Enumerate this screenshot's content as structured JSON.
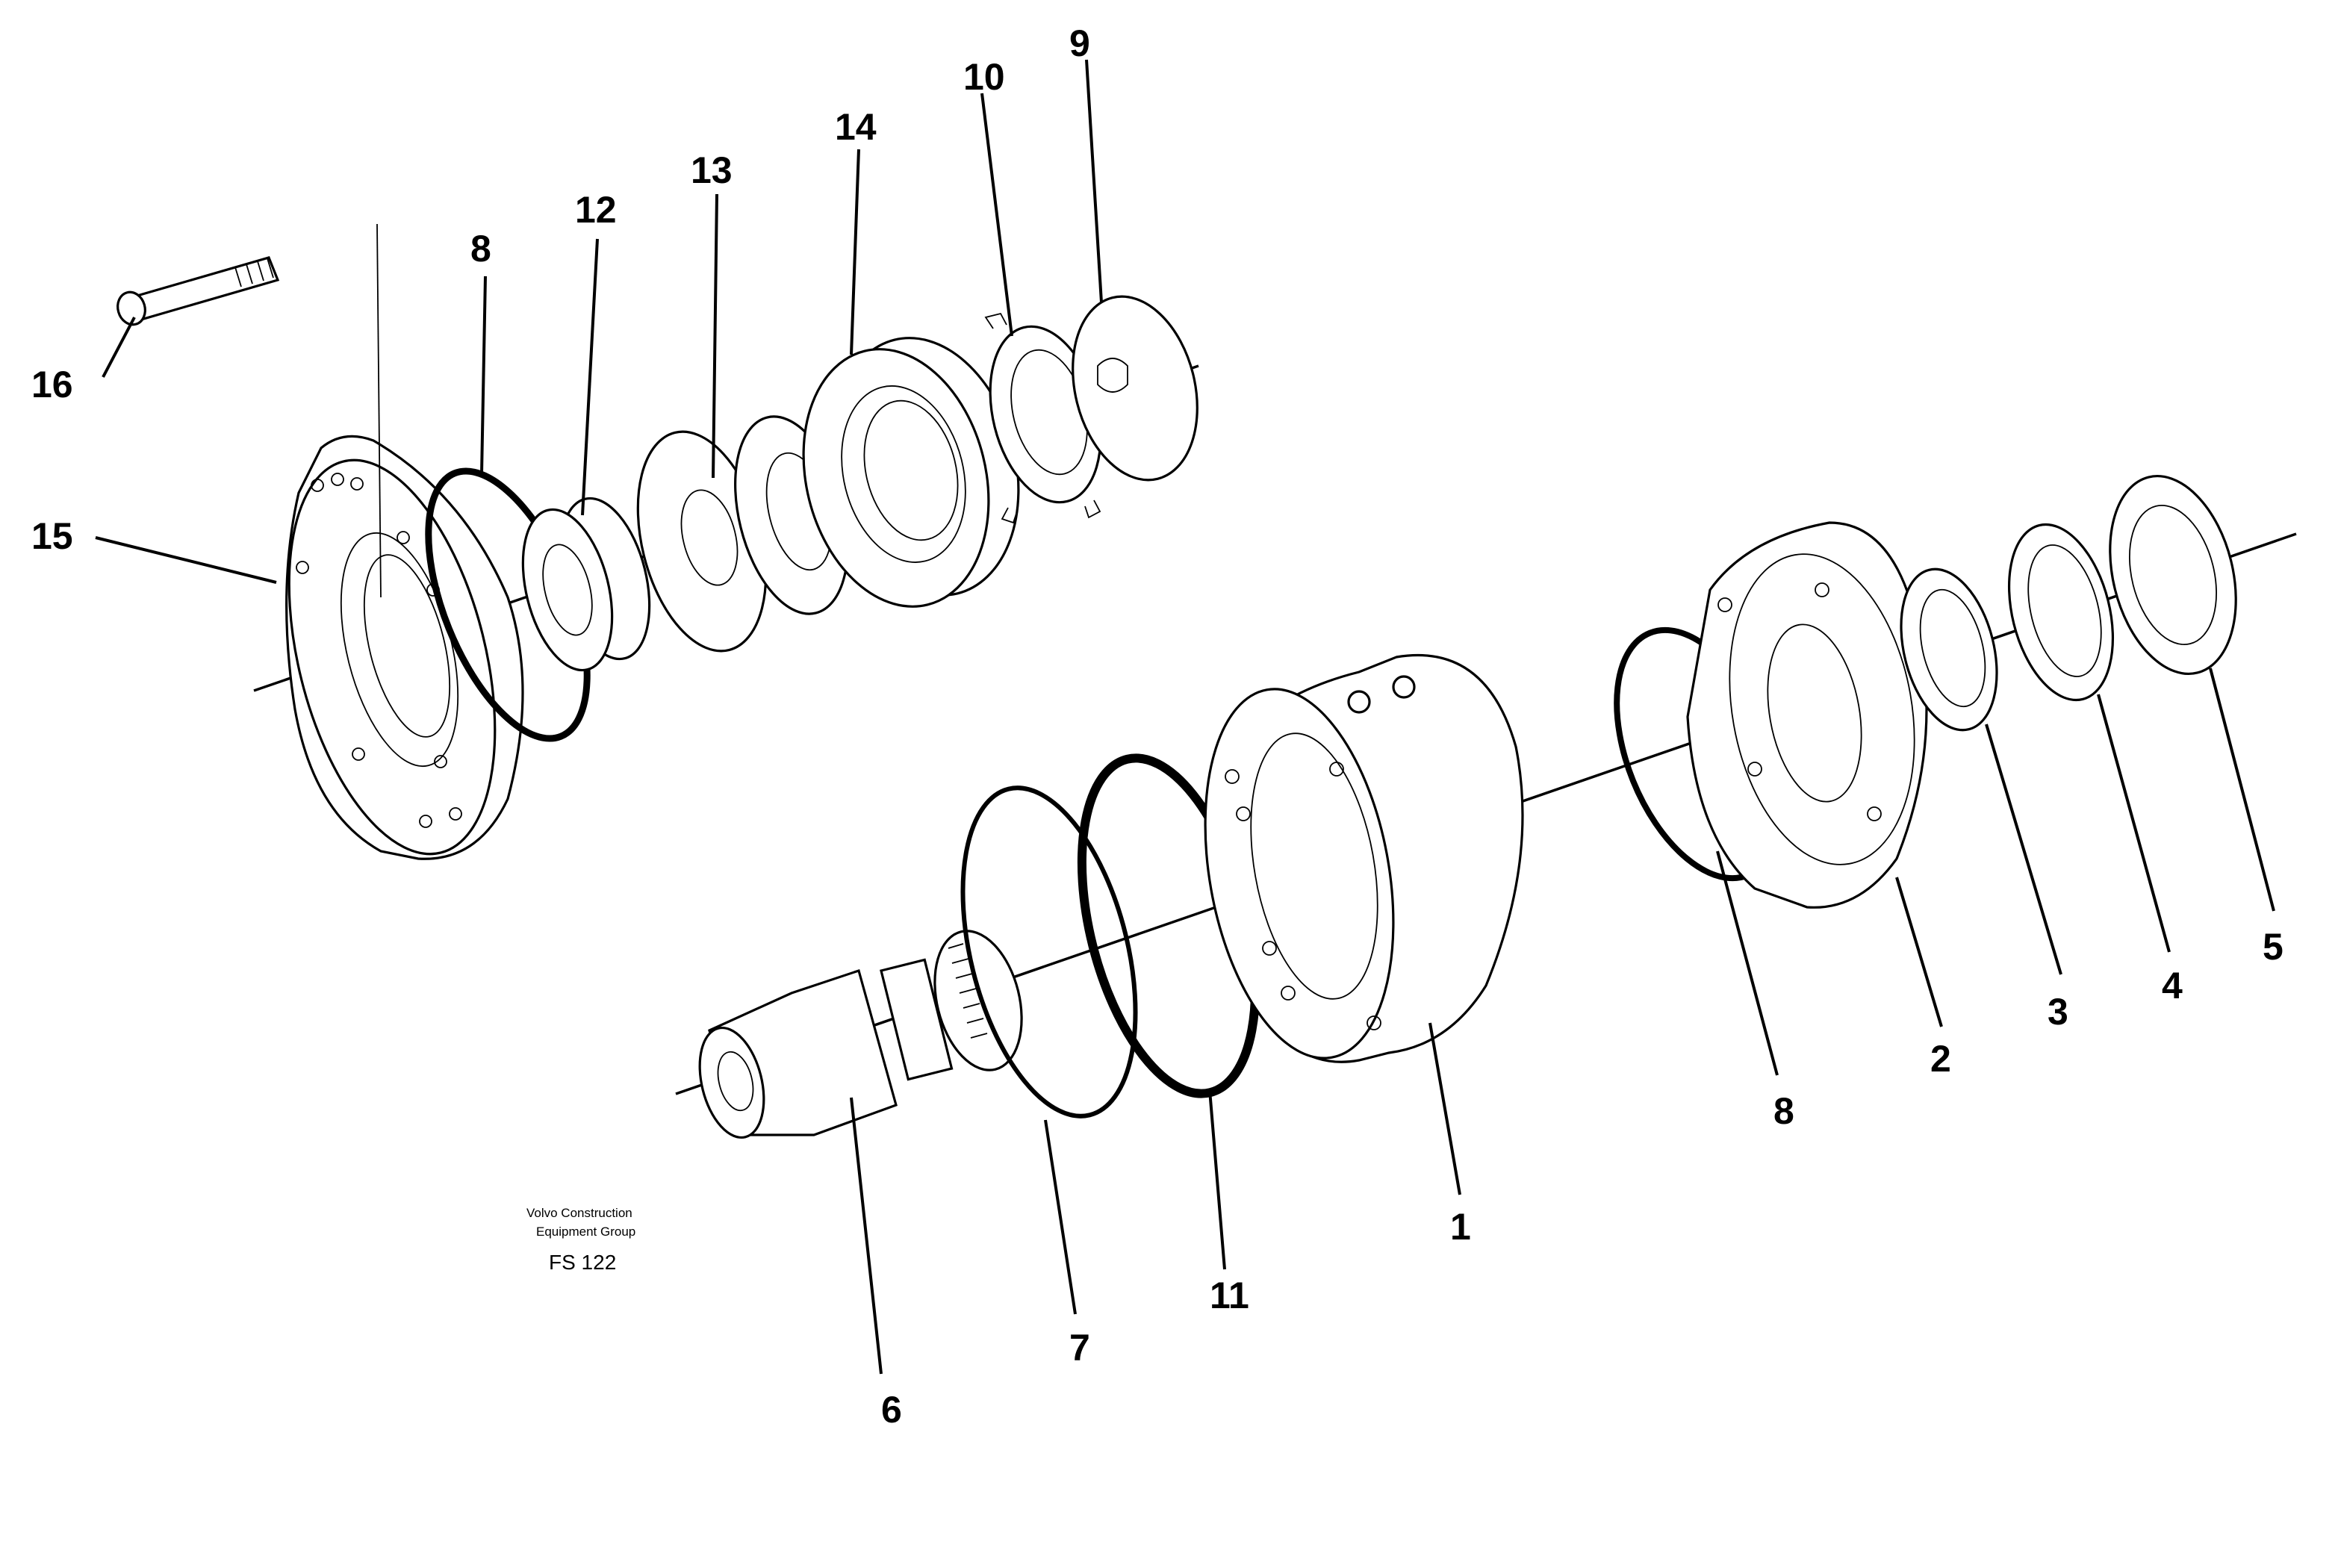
{
  "callouts": {
    "c1": "1",
    "c2": "2",
    "c3": "3",
    "c4": "4",
    "c5": "5",
    "c6": "6",
    "c7": "7",
    "c8a": "8",
    "c8b": "8",
    "c9": "9",
    "c10": "10",
    "c11": "11",
    "c12": "12",
    "c13": "13",
    "c14": "14",
    "c15": "15",
    "c16": "16"
  },
  "caption": {
    "line1": "Volvo Construction",
    "line2": "Equipment Group",
    "code": "FS 122"
  }
}
